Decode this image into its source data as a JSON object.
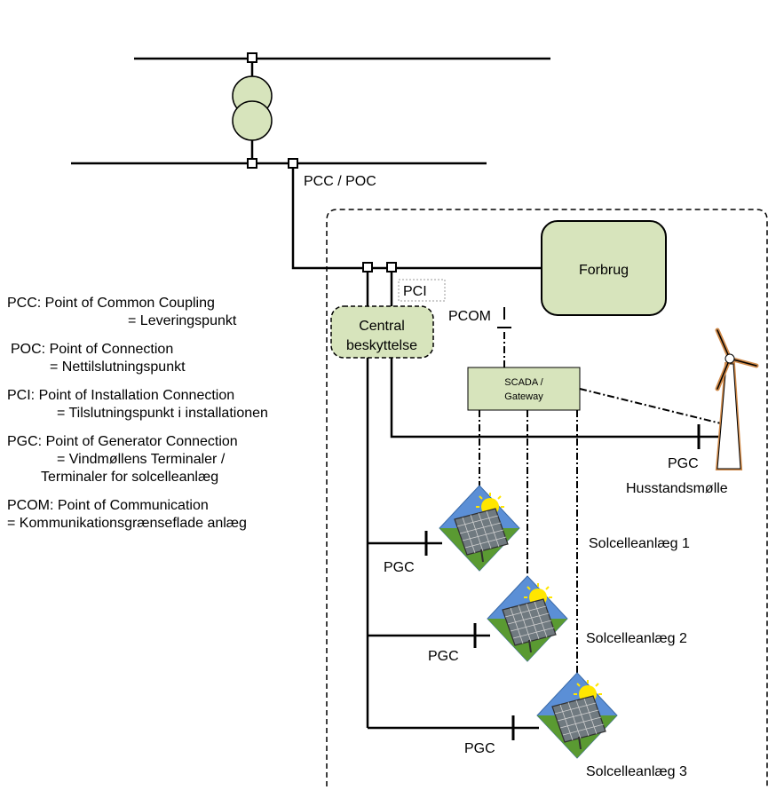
{
  "labels": {
    "pcc_poc": "PCC / POC",
    "pci": "PCI",
    "pcom": "PCOM",
    "forbrug": "Forbrug",
    "central_line1": "Central",
    "central_line2": "beskyttelse",
    "scada_line1": "SCADA /",
    "scada_line2": "Gateway",
    "pgc": "PGC",
    "husstandsmolle": "Husstandsmølle",
    "solcelle1": "Solcelleanlæg 1",
    "solcelle2": "Solcelleanlæg 2",
    "solcelle3": "Solcelleanlæg 3"
  },
  "legend": [
    {
      "line1": "PCC: Point of Common Coupling",
      "line2": "= Leveringspunkt"
    },
    {
      "line1": "POC: Point of Connection",
      "line2": "= Nettilslutningspunkt"
    },
    {
      "line1": "PCI: Point of Installation Connection",
      "line2": "= Tilslutningspunkt i installationen"
    },
    {
      "line1": "PGC: Point of Generator Connection",
      "line2": "= Vindmøllens Terminaler /",
      "line3": "Terminaler for solcelleanlæg"
    },
    {
      "line1": "PCOM: Point of Communication",
      "line2": "= Kommunikationsgrænseflade anlæg"
    }
  ],
  "colors": {
    "box_fill": "#d7e4bc",
    "line": "#000000",
    "panel_sky": "#5b8fd6",
    "panel_ground": "#5a9a32",
    "sun": "#ffe600",
    "turbine_outline": "#d08a4a"
  }
}
